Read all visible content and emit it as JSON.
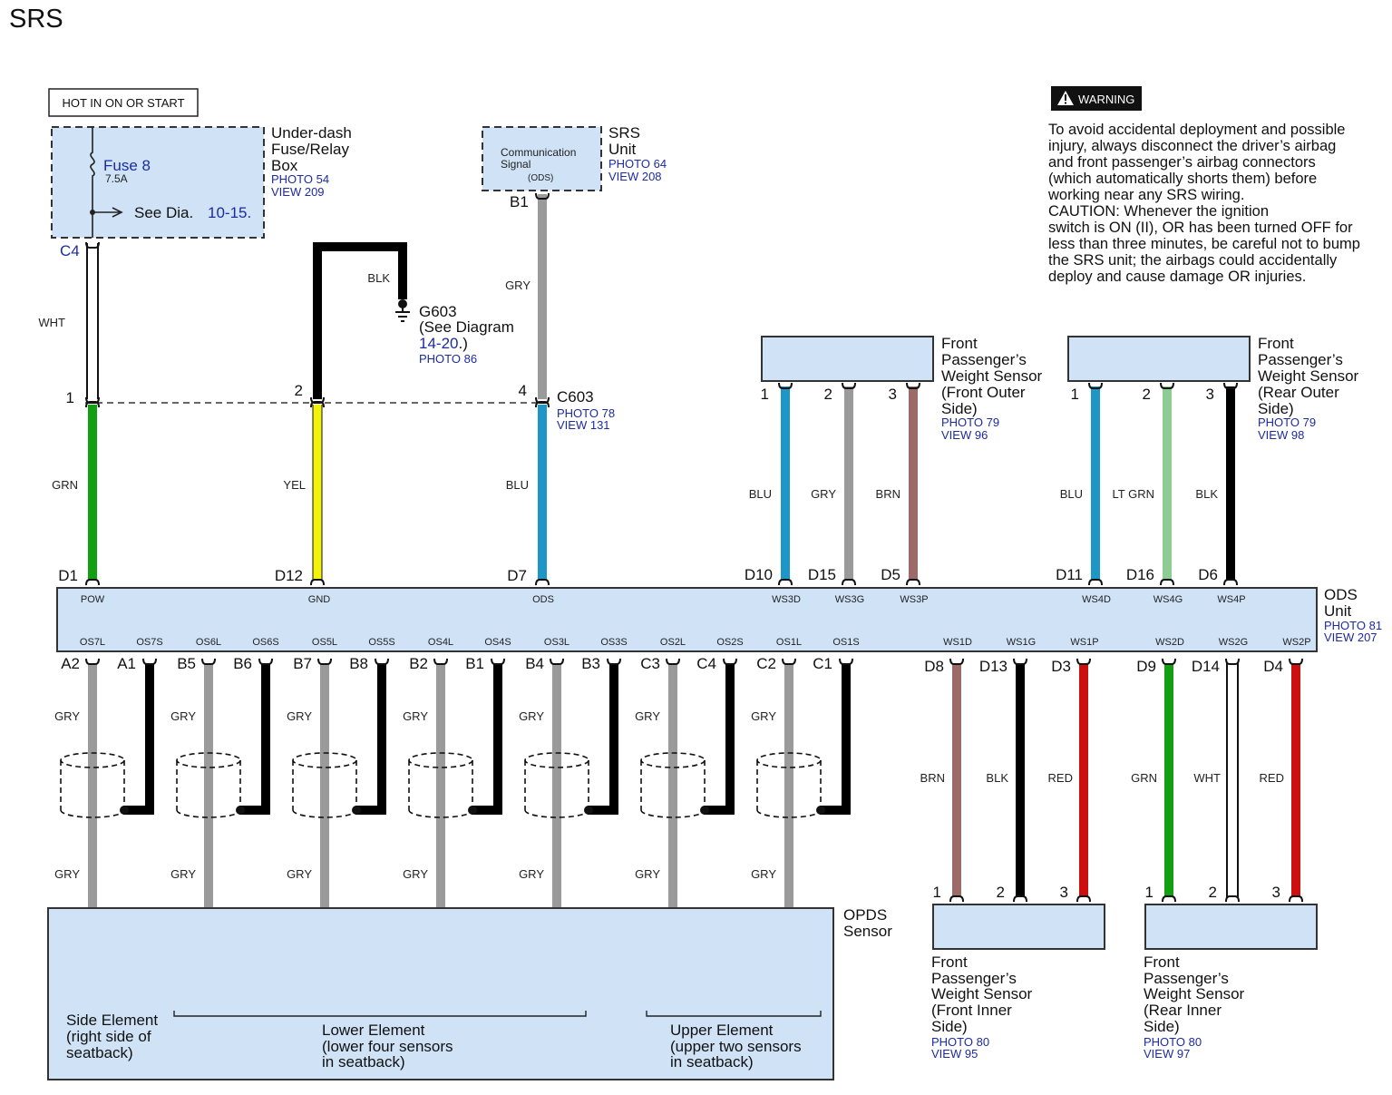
{
  "title": "SRS",
  "hot_label": "HOT IN ON OR START",
  "fuse_box": {
    "name_lines": [
      "Under-dash",
      "Fuse/Relay",
      "Box"
    ],
    "photo": "PHOTO 54",
    "view": "VIEW 209",
    "fuse_name": "Fuse 8",
    "fuse_rating": "7.5A",
    "see_prefix": "See  Dia.",
    "see_ref": "10-15.",
    "connector": "C4"
  },
  "srs_unit": {
    "name_lines": [
      "SRS",
      "Unit"
    ],
    "photo": "PHOTO 64",
    "view": "VIEW 208",
    "signal_lines": [
      "Communication",
      "Signal"
    ],
    "signal_sub": "(ODS)",
    "pin": "B1"
  },
  "ground": {
    "name": "G603",
    "see_line": "(See  Diagram",
    "see_ref": "14-20",
    "see_end": ".)",
    "photo": "PHOTO 86"
  },
  "c603": {
    "name": "C603",
    "photo": "PHOTO 78",
    "view": "VIEW 131"
  },
  "warning": {
    "badge": "WARNING",
    "lines": [
      "To avoid accidental deployment and possible",
      "injury, always disconnect the driver’s airbag",
      "and front passenger’s airbag connectors",
      "(which automatically shorts them) before",
      "working near any SRS wiring.",
      "CAUTION: Whenever the ignition",
      "switch is ON (II), OR has been turned OFF for",
      "less than three minutes, be careful not to bump",
      "the SRS unit; the airbags could accidentally",
      "deploy and cause damage OR injuries."
    ]
  },
  "top_wires": [
    {
      "top_pin": "1",
      "top_color": "WHT",
      "bottom_color": "GRN",
      "ods_pin": "D1",
      "ods_term": "POW"
    },
    {
      "top_pin": "2",
      "top_color": "BLK",
      "bottom_color": "YEL",
      "ods_pin": "D12",
      "ods_term": "GND"
    },
    {
      "top_pin": "4",
      "top_color": "GRY",
      "bottom_color": "BLU",
      "ods_pin": "D7",
      "ods_term": "ODS"
    }
  ],
  "sensor_front_outer": {
    "name_lines": [
      "Front",
      "Passenger’s",
      "Weight Sensor",
      "(Front Outer",
      "Side)"
    ],
    "photo": "PHOTO 79",
    "view": "VIEW 96",
    "pins": [
      {
        "pin": "1",
        "color_label": "BLU",
        "ods_pin": "D10",
        "term": "WS3D",
        "color": "#1e96c8"
      },
      {
        "pin": "2",
        "color_label": "GRY",
        "ods_pin": "D15",
        "term": "WS3G",
        "color": "#9a9a9a"
      },
      {
        "pin": "3",
        "color_label": "BRN",
        "ods_pin": "D5",
        "term": "WS3P",
        "color": "#9c6a68"
      }
    ]
  },
  "sensor_rear_outer": {
    "name_lines": [
      "Front",
      "Passenger’s",
      "Weight Sensor",
      "(Rear Outer",
      "Side)"
    ],
    "photo": "PHOTO 79",
    "view": "VIEW 98",
    "pins": [
      {
        "pin": "1",
        "color_label": "BLU",
        "ods_pin": "D11",
        "term": "WS4D",
        "color": "#1e96c8"
      },
      {
        "pin": "2",
        "color_label": "LT GRN",
        "ods_pin": "D16",
        "term": "WS4G",
        "color": "#8ecc94"
      },
      {
        "pin": "3",
        "color_label": "BLK",
        "ods_pin": "D6",
        "term": "WS4P",
        "color": "#000000"
      }
    ]
  },
  "ods_unit": {
    "name_lines": [
      "ODS",
      "Unit"
    ],
    "photo": "PHOTO 81",
    "view": "VIEW 207"
  },
  "os_pairs": [
    {
      "gry_term": "OS7L",
      "blk_term": "OS7S",
      "gry_pin": "A2",
      "blk_pin": "A1"
    },
    {
      "gry_term": "OS6L",
      "blk_term": "OS6S",
      "gry_pin": "B5",
      "blk_pin": "B6"
    },
    {
      "gry_term": "OS5L",
      "blk_term": "OS5S",
      "gry_pin": "B7",
      "blk_pin": "B8"
    },
    {
      "gry_term": "OS4L",
      "blk_term": "OS4S",
      "gry_pin": "B2",
      "blk_pin": "B1"
    },
    {
      "gry_term": "OS3L",
      "blk_term": "OS3S",
      "gry_pin": "B4",
      "blk_pin": "B3"
    },
    {
      "gry_term": "OS2L",
      "blk_term": "OS2S",
      "gry_pin": "C3",
      "blk_pin": "C4"
    },
    {
      "gry_term": "OS1L",
      "blk_term": "OS1S",
      "gry_pin": "C2",
      "blk_pin": "C1"
    }
  ],
  "shield_wire_label": "GRY",
  "opds": {
    "name_lines": [
      "OPDS",
      "Sensor"
    ],
    "side_lines": [
      "Side Element",
      "(right side of",
      "seatback)"
    ],
    "lower_lines": [
      "Lower Element",
      "(lower four sensors",
      "in seatback)"
    ],
    "upper_lines": [
      "Upper Element",
      "(upper two sensors",
      "in seatback)"
    ]
  },
  "sensor_front_inner": {
    "name_lines": [
      "Front",
      "Passenger’s",
      "Weight Sensor",
      "(Front Inner",
      "Side)"
    ],
    "photo": "PHOTO 80",
    "view": "VIEW 95",
    "pins": [
      {
        "pin": "1",
        "color_label": "BRN",
        "ods_pin": "D8",
        "term": "WS1D",
        "color": "#9c6a68"
      },
      {
        "pin": "2",
        "color_label": "BLK",
        "ods_pin": "D13",
        "term": "WS1G",
        "color": "#000000"
      },
      {
        "pin": "3",
        "color_label": "RED",
        "ods_pin": "D3",
        "term": "WS1P",
        "color": "#cc1010"
      }
    ]
  },
  "sensor_rear_inner": {
    "name_lines": [
      "Front",
      "Passenger’s",
      "Weight Sensor",
      "(Rear Inner",
      "Side)"
    ],
    "photo": "PHOTO 80",
    "view": "VIEW 97",
    "pins": [
      {
        "pin": "1",
        "color_label": "GRN",
        "ods_pin": "D9",
        "term": "WS2D",
        "color": "#12a012"
      },
      {
        "pin": "2",
        "color_label": "WHT",
        "ods_pin": "D14",
        "term": "WS2G",
        "color": "#ffffff"
      },
      {
        "pin": "3",
        "color_label": "RED",
        "ods_pin": "D4",
        "term": "WS2P",
        "color": "#cc1010"
      }
    ]
  }
}
